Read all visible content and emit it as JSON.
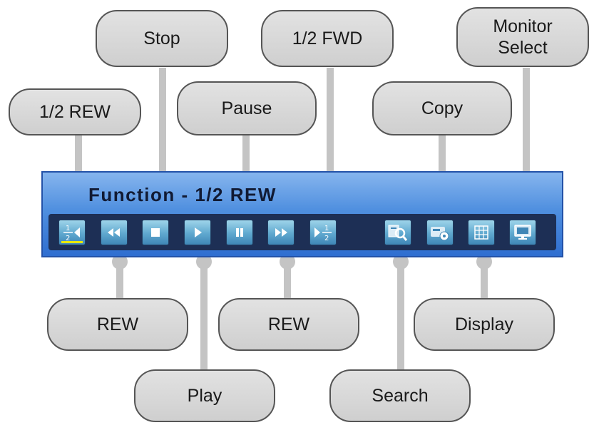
{
  "panel": {
    "title": "Function - 1/2 REW"
  },
  "callouts": {
    "half_rew": "1/2 REW",
    "stop": "Stop",
    "pause": "Pause",
    "half_fwd": "1/2 FWD",
    "copy": "Copy",
    "monitor_select": "Monitor\nSelect",
    "rew_1": "REW",
    "play": "Play",
    "rew_2": "REW",
    "search": "Search",
    "display": "Display"
  },
  "buttons": [
    {
      "id": "half-rew",
      "icon": "half-rewind-icon",
      "selected": true
    },
    {
      "id": "rew",
      "icon": "rewind-icon"
    },
    {
      "id": "stop",
      "icon": "stop-icon"
    },
    {
      "id": "play",
      "icon": "play-icon"
    },
    {
      "id": "pause",
      "icon": "pause-icon"
    },
    {
      "id": "fwd",
      "icon": "fast-forward-icon"
    },
    {
      "id": "half-fwd",
      "icon": "half-forward-icon"
    },
    {
      "id": "search",
      "icon": "search-icon"
    },
    {
      "id": "copy",
      "icon": "copy-icon"
    },
    {
      "id": "display",
      "icon": "grid-icon"
    },
    {
      "id": "monitor-select",
      "icon": "monitor-icon"
    }
  ],
  "colors": {
    "panel": "#4f8fdf",
    "toolbar": "#1d2f55",
    "button": "#5fa8cf",
    "selected_underline": "#e8e800",
    "callout_fill": "#d9d9d9",
    "connector": "#c4c4c4"
  }
}
